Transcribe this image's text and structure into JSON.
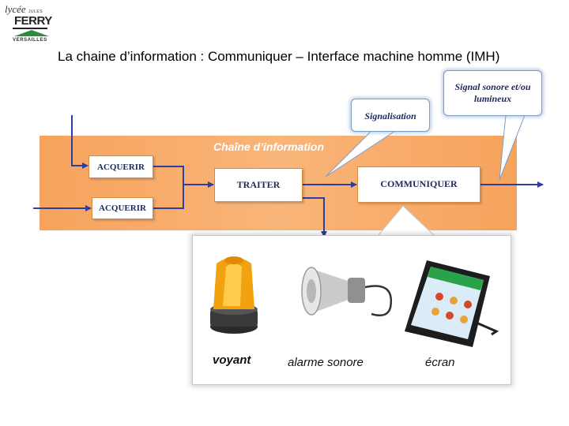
{
  "logo": {
    "script": "lycée",
    "jules": "JULES",
    "ferry": "FERRY",
    "city": "VERSAILLES"
  },
  "title": "La chaine d’information : Communiquer – Interface machine homme (IMH)",
  "band_title": "Chaîne d’information",
  "blocks": {
    "acquerir_1": "ACQUERIR",
    "acquerir_2": "ACQUERIR",
    "traiter": "TRAITER",
    "communiquer": "COMMUNIQUER"
  },
  "callouts": {
    "signalisation": "Signalisation",
    "signal_line1": "Signal sonore et/ou",
    "signal_line2": "lumineux"
  },
  "devices": {
    "voyant": "voyant",
    "alarme": "alarme sonore",
    "ecran": "écran"
  },
  "colors": {
    "band": "#f7a35c",
    "arrow": "#2f3e9e",
    "block_text": "#1f2a5a",
    "callout_glow": "#8caad2"
  }
}
